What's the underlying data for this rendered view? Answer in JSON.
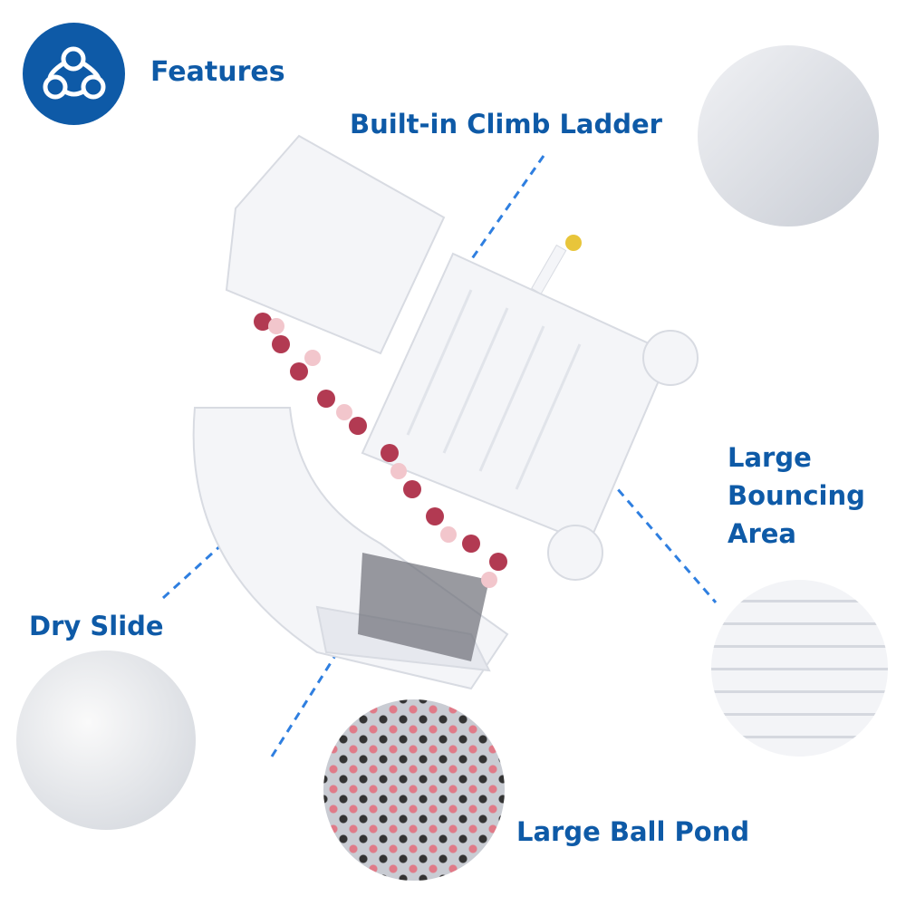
{
  "header": {
    "title": "Features",
    "icon": "network-icon"
  },
  "callouts": {
    "ladder": "Built-in Climb Ladder",
    "bouncing": [
      "Large",
      "Bouncing",
      "Area"
    ],
    "slide": "Dry Slide",
    "ballpond": "Large Ball Pond"
  },
  "colors": {
    "brand": "#0e5aa7",
    "dash": "#2f7fe0"
  }
}
